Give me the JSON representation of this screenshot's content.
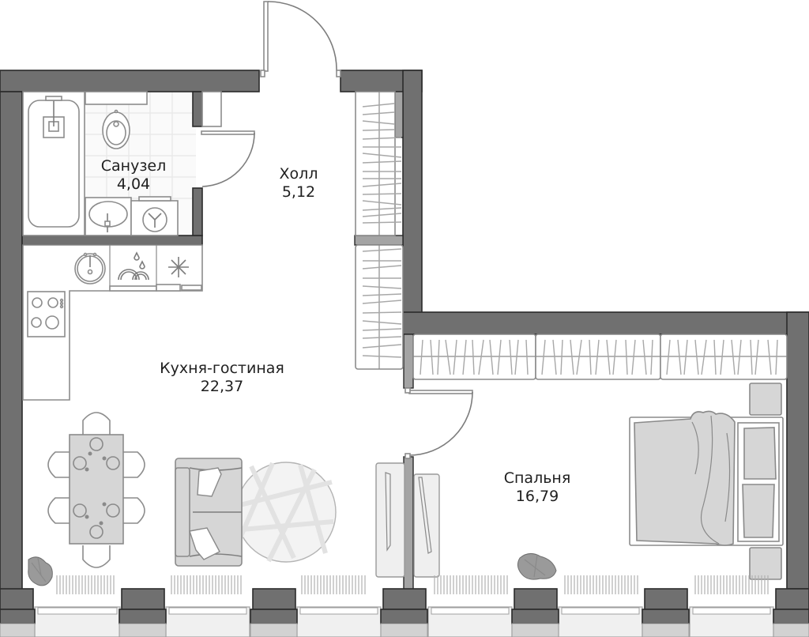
{
  "plan": {
    "type": "apartment-floor-plan",
    "rooms": [
      {
        "id": "bathroom",
        "name": "Санузел",
        "area": "4,04"
      },
      {
        "id": "hall",
        "name": "Холл",
        "area": "5,12"
      },
      {
        "id": "kitchen-living",
        "name": "Кухня-гостиная",
        "area": "22,37"
      },
      {
        "id": "bedroom",
        "name": "Спальня",
        "area": "16,79"
      }
    ],
    "colors": {
      "wall": "#707070",
      "wall_outline": "#2b2b2b",
      "partition": "#a4a4a4",
      "furniture_fill": "#d6d6d6",
      "furniture_line": "#8a8a8a",
      "text": "#1f1f1f",
      "background": "#ffffff"
    },
    "icons": {
      "bathtub": "bathtub-icon",
      "toilet": "toilet-icon",
      "washbasin": "washbasin-icon",
      "washing_machine": "washing-machine-icon",
      "kitchen_sink": "kitchen-sink-icon",
      "dishwasher": "dishwasher-icon",
      "fridge": "fridge-icon",
      "hob": "cooktop-icon",
      "dining_table": "dining-table-icon",
      "sofa": "sofa-icon",
      "rug": "round-rug-icon",
      "bed": "double-bed-icon",
      "wardrobe": "wardrobe-icon",
      "plant": "plant-icon",
      "radiator": "radiator-icon",
      "window": "window-icon",
      "door": "door-icon"
    }
  }
}
